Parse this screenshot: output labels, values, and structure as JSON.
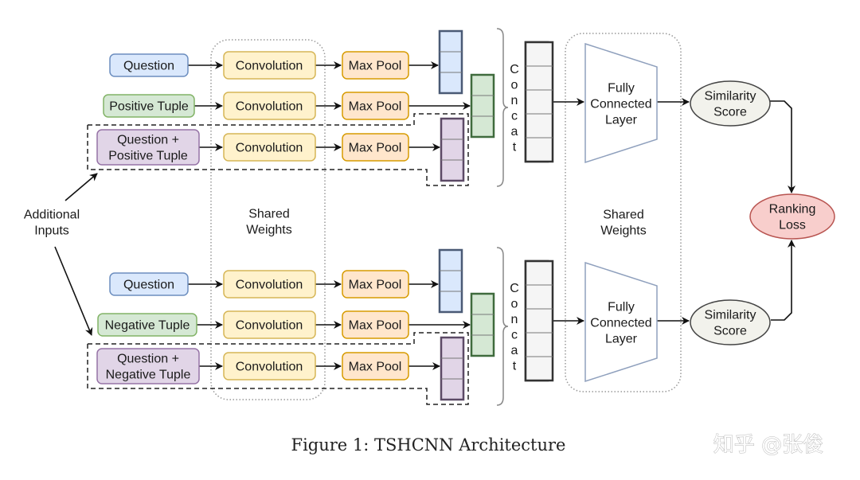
{
  "diagram": {
    "colors": {
      "question_fill": "#dae8fc",
      "question_stroke": "#6c8ebf",
      "tuple_fill": "#d5e8d4",
      "tuple_stroke": "#82b366",
      "combined_fill": "#e1d5e7",
      "combined_stroke": "#9673a6",
      "conv_fill": "#fff2cc",
      "conv_stroke": "#d6b656",
      "pool_fill": "#ffe6cc",
      "pool_stroke": "#d79b00",
      "concat_fill": "#f5f5f5",
      "concat_stroke": "#444444",
      "fc_fill": "#ffffff",
      "fc_stroke": "#8fa0bd",
      "score_fill": "#f2f2ec",
      "score_stroke": "#444444",
      "loss_fill": "#f8cecc",
      "loss_stroke": "#b85450"
    },
    "top_branch": {
      "inputs": [
        {
          "lines": [
            "Question"
          ],
          "kind": "question"
        },
        {
          "lines": [
            "Positive Tuple"
          ],
          "kind": "tuple"
        },
        {
          "lines": [
            "Question +",
            "Positive Tuple"
          ],
          "kind": "combined"
        }
      ],
      "conv_label": "Convolution",
      "pool_label": "Max Pool",
      "concat_label": "Concat",
      "fc_lines": [
        "Fully",
        "Connected",
        "Layer"
      ],
      "score_lines": [
        "Similarity",
        "Score"
      ]
    },
    "bottom_branch": {
      "inputs": [
        {
          "lines": [
            "Question"
          ],
          "kind": "question"
        },
        {
          "lines": [
            "Negative Tuple"
          ],
          "kind": "tuple"
        },
        {
          "lines": [
            "Question +",
            "Negative Tuple"
          ],
          "kind": "combined"
        }
      ],
      "conv_label": "Convolution",
      "pool_label": "Max Pool",
      "concat_label": "Concat",
      "fc_lines": [
        "Fully",
        "Connected",
        "Layer"
      ],
      "score_lines": [
        "Similarity",
        "Score"
      ]
    },
    "shared_weights_conv": [
      "Shared",
      "Weights"
    ],
    "shared_weights_fc": [
      "Shared",
      "Weights"
    ],
    "additional_inputs": [
      "Additional",
      "Inputs"
    ],
    "ranking_loss": [
      "Ranking",
      "Loss"
    ]
  },
  "caption": "Figure 1: TSHCNN Architecture",
  "watermark": "知乎 @张俊"
}
